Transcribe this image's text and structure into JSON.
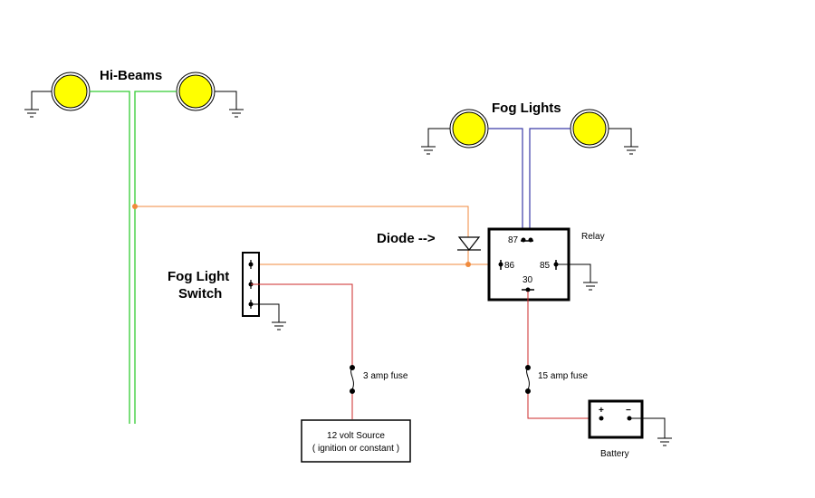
{
  "labels": {
    "hi_beams": "Hi-Beams",
    "fog_lights": "Fog Lights",
    "diode": "Diode -->",
    "fog_switch_line1": "Fog Light",
    "fog_switch_line2": "Switch",
    "relay": "Relay",
    "pin_87": "87",
    "pin_86": "86",
    "pin_85": "85",
    "pin_30": "30",
    "fuse_small": "3 amp fuse",
    "fuse_large": "15 amp fuse",
    "source_line1": "12 volt Source",
    "source_line2": "( ignition or constant )",
    "battery": "Battery",
    "battery_plus": "+",
    "battery_minus": "−"
  },
  "colors": {
    "hi_beam_wire": "#33cc33",
    "trigger_wire": "#f08a3c",
    "fog_wire": "#3a3aa8",
    "power_wire": "#cc2a2a",
    "ground_wire": "#000000",
    "lamp_fill": "#ffff00"
  }
}
